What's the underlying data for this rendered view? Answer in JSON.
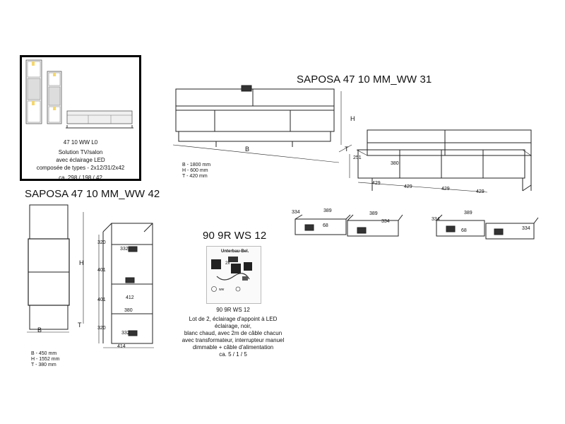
{
  "overview": {
    "code": "47 10 WW L0",
    "desc": [
      "Solution TV/salon",
      "avec éclairage LED",
      "composée de types - 2x12/31/2x42"
    ],
    "dims": "ca. 298 / 198 / 42"
  },
  "ww31": {
    "title": "SAPOSA 47 10 MM_WW 31",
    "dim_labels": {
      "b": "B",
      "h": "H",
      "t": "T"
    },
    "specs": [
      "B - 1800 mm",
      "H -   600 mm",
      "T -   420 mm"
    ],
    "interior": {
      "w1": "429",
      "w2": "429",
      "w3": "429",
      "w4": "429",
      "d": "380",
      "h": "251"
    },
    "drawers": [
      {
        "w": "389",
        "d": "334",
        "h": "68",
        "d2": "334"
      },
      {
        "w": "389",
        "d": "334",
        "h": "68",
        "d2": "334"
      }
    ]
  },
  "ww42": {
    "title": "SAPOSA 47 10 MM_WW 42",
    "dim_labels": {
      "b": "B",
      "h": "H",
      "t": "T"
    },
    "specs": [
      "B -   450 mm",
      "H - 1552 mm",
      "T -   380 mm"
    ],
    "interior": {
      "h1": "320",
      "h2": "401",
      "h3": "401",
      "h4": "320",
      "d_top": "332",
      "d_bot": "332",
      "w": "412",
      "d": "380",
      "ow": "414"
    }
  },
  "ws12": {
    "title": "90 9R WS 12",
    "photo_label": "Unterbau-Bel.",
    "photo_qty": "2x",
    "photo_tags": [
      "ww"
    ],
    "code": "90 9R WS 12",
    "desc": [
      "Lot de 2, éclairage d'appoint à LED",
      "éclairage, noir,",
      "blanc chaud, avec 2m de câble chacun",
      "avec transformateur, interrupteur manuel",
      "dimmable + câble d'alimentation"
    ],
    "dims": "ca. 5 / 1 / 5"
  }
}
